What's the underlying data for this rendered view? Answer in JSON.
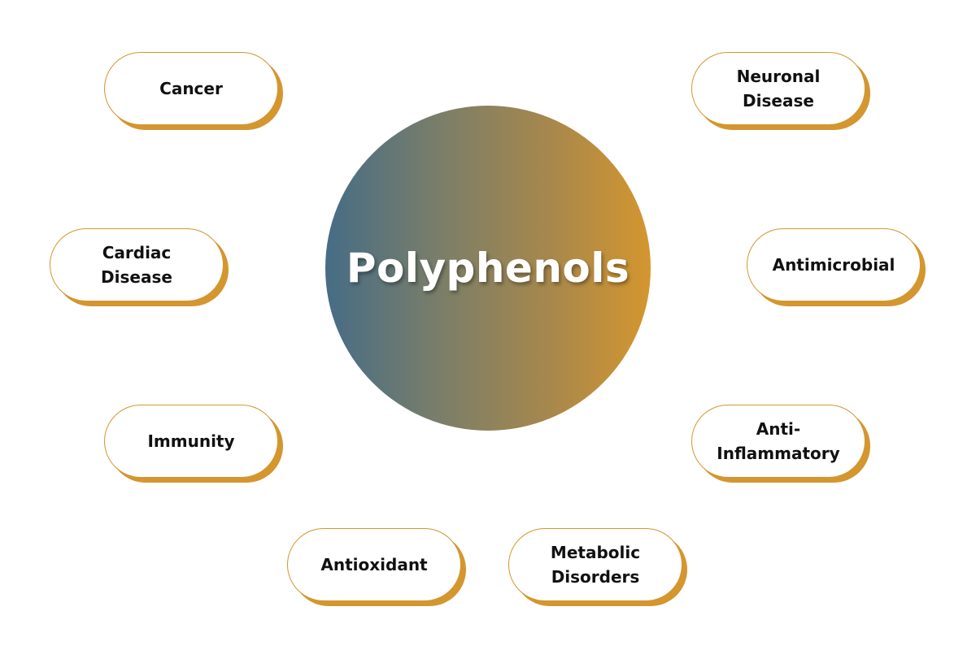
{
  "diagram": {
    "center": {
      "label": "Polyphenols"
    },
    "nodes": [
      {
        "id": "cancer",
        "label": "Cancer"
      },
      {
        "id": "cardiac",
        "label": "Cardiac Disease"
      },
      {
        "id": "immunity",
        "label": "Immunity"
      },
      {
        "id": "antioxidant",
        "label": "Antioxidant"
      },
      {
        "id": "metabolic",
        "label": "Metabolic Disorders"
      },
      {
        "id": "neuronal",
        "label": "Neuronal Disease"
      },
      {
        "id": "antimicrobial",
        "label": "Antimicrobial"
      },
      {
        "id": "anti_inflammatory",
        "label": "Anti-Inflammatory"
      }
    ]
  },
  "colors": {
    "accent": "#d4962f",
    "gradient_start": "#466c86",
    "gradient_end": "#d4962f",
    "text": "#111111",
    "center_text": "#ffffff"
  }
}
